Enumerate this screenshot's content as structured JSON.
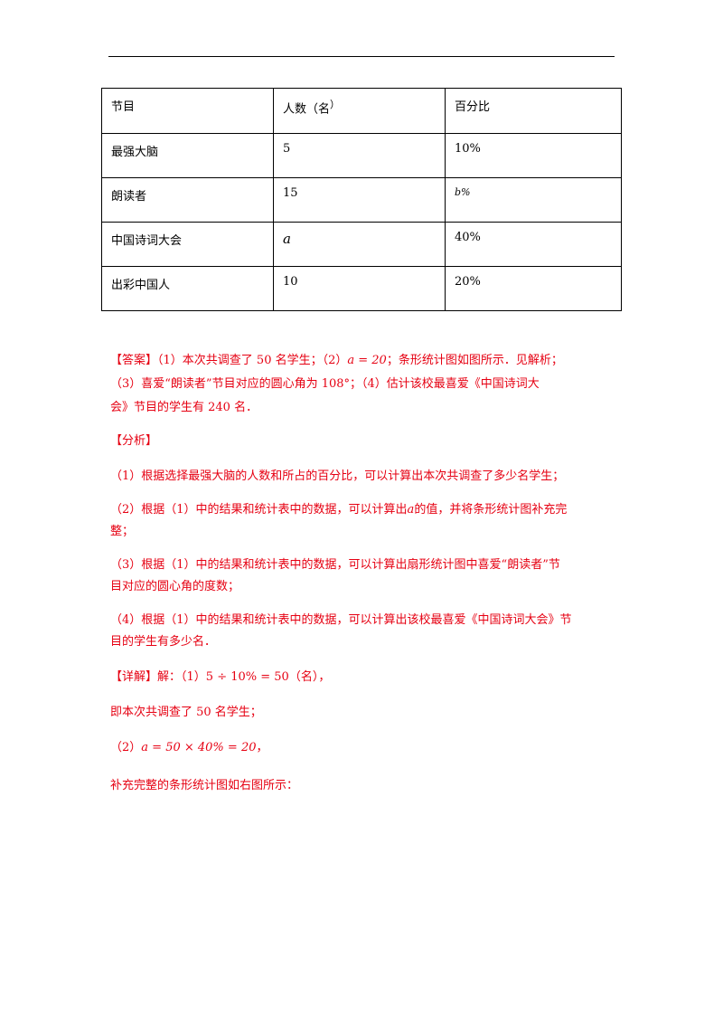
{
  "table": {
    "headers": [
      "节目",
      "人数（名",
      "百分比"
    ],
    "header_paren": "）",
    "rows": [
      [
        "最强大脑",
        "5",
        "10%"
      ],
      [
        "朗读者",
        "15",
        "b%"
      ],
      [
        "中国诗词大会",
        "a",
        "40%"
      ],
      [
        "出彩中国人",
        "10",
        "20%"
      ]
    ]
  },
  "answer": {
    "label": "【答案】",
    "line1_a": "（1）本次共调查了 50 名学生；（2）",
    "line1_math": "a = 20",
    "line1_b": "；条形统计图如图所示．见解析；",
    "line2": "（3）喜爱“朗读者”节目对应的圆心角为 108°；（4）估计该校最喜爱《中国诗词大",
    "line3": "会》节目的学生有 240 名．"
  },
  "analysis": {
    "label": "【分析】",
    "p1": "（1）根据选择最强大脑的人数和所占的百分比，可以计算出本次共调查了多少名学生；",
    "p2_a": "（2）根据（1）中的结果和统计表中的数据，可以计算出",
    "p2_math": "a",
    "p2_b": "的值，并将条形统计图补充完",
    "p2_c": "整；",
    "p3_a": "（3）根据（1）中的结果和统计表中的数据，可以计算出扇形统计图中喜爱“朗读者”节",
    "p3_b": "目对应的圆心角的度数；",
    "p4_a": "（4）根据（1）中的结果和统计表中的数据，可以计算出该校最喜爱《中国诗词大会》节",
    "p4_b": "目的学生有多少名．"
  },
  "detail": {
    "label": "【详解】",
    "l1_a": "解：（1）",
    "l1_math": "5 ÷ 10% = 50",
    "l1_b": "（名），",
    "l2": "即本次共调查了 50 名学生；",
    "l3_a": "（2）",
    "l3_math": "a = 50 × 40% = 20",
    "l3_b": "，",
    "l4": "补充完整的条形统计图如右图所示："
  }
}
